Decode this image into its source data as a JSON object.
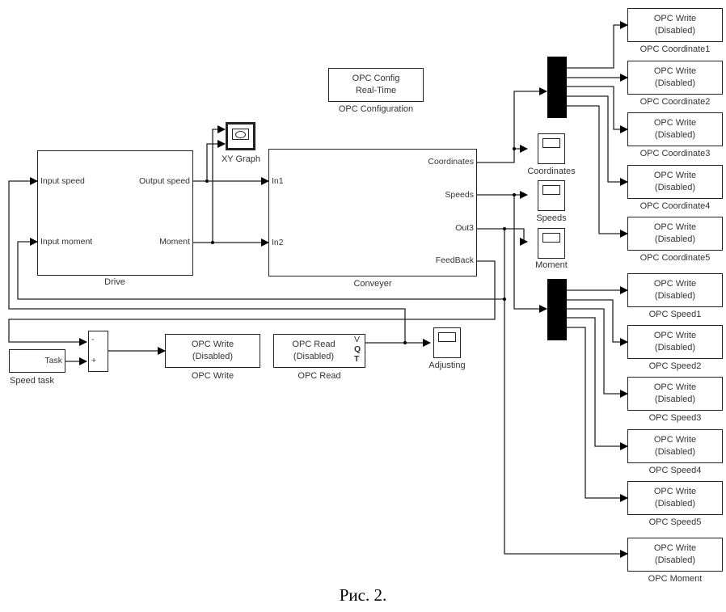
{
  "figure_caption": "Рис. 2.",
  "blocks": {
    "drive": {
      "name": "Drive",
      "inputs": [
        "Input speed",
        "Input moment"
      ],
      "outputs": [
        "Output speed",
        "Moment"
      ]
    },
    "conveyer": {
      "name": "Conveyer",
      "inputs": [
        "In1",
        "In2"
      ],
      "outputs": [
        "Coordinates",
        "Speeds",
        "Out3",
        "FeedBack"
      ]
    },
    "xy_graph": {
      "name": "XY Graph"
    },
    "opc_config": {
      "line1": "OPC Config",
      "line2": "Real-Time",
      "name": "OPC Configuration"
    },
    "speed_task": {
      "value": "Task",
      "name": "Speed task"
    },
    "sum": {
      "signs": [
        "-",
        "+"
      ]
    },
    "opc_write_main": {
      "line1": "OPC Write",
      "line2": "(Disabled)",
      "name": "OPC Write"
    },
    "opc_read": {
      "line1": "OPC Read",
      "line2": "(Disabled)",
      "name": "OPC Read",
      "ports": [
        "V",
        "Q",
        "T"
      ]
    },
    "scopes": [
      {
        "name": "Adjusting"
      },
      {
        "name": "Coordinates"
      },
      {
        "name": "Speeds"
      },
      {
        "name": "Moment"
      }
    ],
    "opc_writes": [
      {
        "line1": "OPC Write",
        "line2": "(Disabled)",
        "name": "OPC Coordinate1"
      },
      {
        "line1": "OPC Write",
        "line2": "(Disabled)",
        "name": "OPC Coordinate2"
      },
      {
        "line1": "OPC Write",
        "line2": "(Disabled)",
        "name": "OPC Coordinate3"
      },
      {
        "line1": "OPC Write",
        "line2": "(Disabled)",
        "name": "OPC Coordinate4"
      },
      {
        "line1": "OPC Write",
        "line2": "(Disabled)",
        "name": "OPC Coordinate5"
      },
      {
        "line1": "OPC Write",
        "line2": "(Disabled)",
        "name": "OPC Speed1"
      },
      {
        "line1": "OPC Write",
        "line2": "(Disabled)",
        "name": "OPC Speed2"
      },
      {
        "line1": "OPC Write",
        "line2": "(Disabled)",
        "name": "OPC Speed3"
      },
      {
        "line1": "OPC Write",
        "line2": "(Disabled)",
        "name": "OPC Speed4"
      },
      {
        "line1": "OPC Write",
        "line2": "(Disabled)",
        "name": "OPC Speed5"
      },
      {
        "line1": "OPC Write",
        "line2": "(Disabled)",
        "name": "OPC Moment"
      }
    ]
  },
  "connections": [
    {
      "from": "Drive.Output speed",
      "to": [
        "Conveyer.In1",
        "XY Graph"
      ]
    },
    {
      "from": "Drive.Moment",
      "to": [
        "Conveyer.In2",
        "XY Graph"
      ]
    },
    {
      "from": "Conveyer.Coordinates",
      "to": [
        "Coordinates scope",
        "Demux 1"
      ]
    },
    {
      "from": "Conveyer.Speeds",
      "to": [
        "Speeds scope",
        "Demux 2"
      ]
    },
    {
      "from": "Conveyer.Out3",
      "to": [
        "Moment scope",
        "OPC Moment",
        "Drive.Input moment"
      ]
    },
    {
      "from": "Conveyer.FeedBack",
      "to": [
        "Sum.-"
      ]
    },
    {
      "from": "Speed task",
      "to": [
        "Sum.+"
      ]
    },
    {
      "from": "Sum",
      "to": [
        "OPC Write"
      ]
    },
    {
      "from": "OPC Read.V",
      "to": [
        "Adjusting",
        "Drive.Input speed"
      ]
    },
    {
      "from": "Demux 1",
      "to": [
        "OPC Coordinate1",
        "OPC Coordinate2",
        "OPC Coordinate3",
        "OPC Coordinate4",
        "OPC Coordinate5"
      ]
    },
    {
      "from": "Demux 2",
      "to": [
        "OPC Speed1",
        "OPC Speed2",
        "OPC Speed3",
        "OPC Speed4",
        "OPC Speed5"
      ]
    }
  ]
}
